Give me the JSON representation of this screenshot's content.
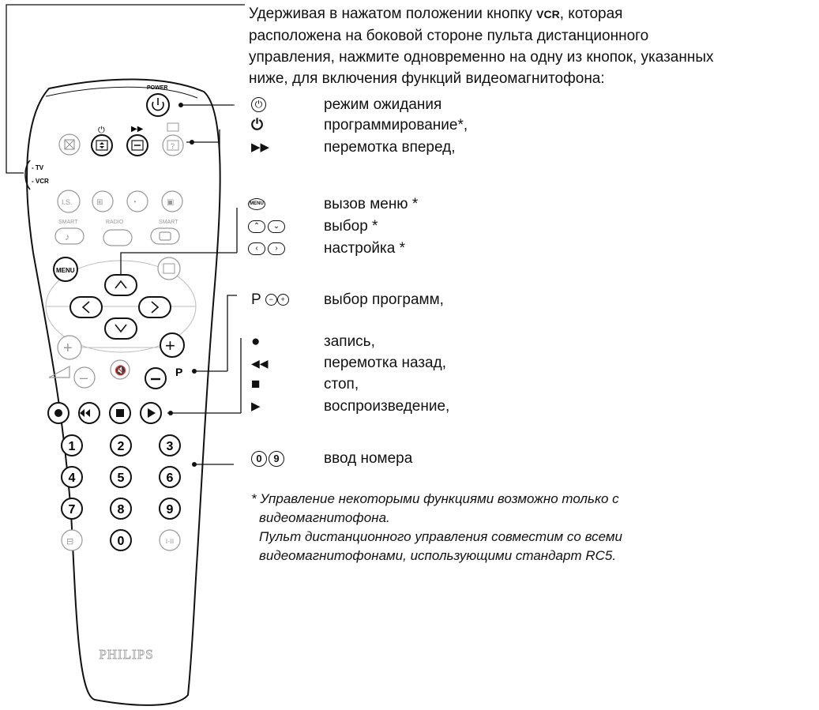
{
  "intro": {
    "line1_a": "Удерживая в нажатом положении кнопку ",
    "line1_bold": "VCR",
    "line1_b": ", которая",
    "line2": "расположена на боковой стороне пульта дистанционного",
    "line3": "управления, нажмите одновременно на одну из кнопок, указанных",
    "line4": "ниже, для включения функций видеомагнитофона:"
  },
  "functions": [
    {
      "icon": "power-icon",
      "text": "режим ожидания"
    },
    {
      "icon": "timer-icon",
      "text": "программирование*,"
    },
    {
      "icon": "fast-forward-icon",
      "text": "перемотка вперед,"
    },
    {
      "icon": "menu-icon",
      "text": "вызов меню *"
    },
    {
      "icon": "up-down-icon",
      "text": "выбор *"
    },
    {
      "icon": "left-right-icon",
      "text": "настройка *"
    },
    {
      "icon": "program-minus-plus-icon",
      "text": "выбор программ,"
    },
    {
      "icon": "record-icon",
      "text": "запись,"
    },
    {
      "icon": "rewind-icon",
      "text": "перемотка назад,"
    },
    {
      "icon": "stop-icon",
      "text": "стоп,"
    },
    {
      "icon": "play-icon",
      "text": "воспроизведение,"
    },
    {
      "icon": "digits-icon",
      "text": "ввод номера"
    }
  ],
  "symbols": {
    "menu": "MENU",
    "program_p": "P",
    "digit_start": "0",
    "digit_end": "9"
  },
  "footnote": {
    "line1": "* Управление некоторыми функциями возможно только с",
    "line2": "видеомагнитофона.",
    "line3": "Пульт дистанционного управления совместим со всеми",
    "line4": "видеомагнитофонами, использующими стандарт RC5."
  },
  "remote": {
    "power_label": "POWER",
    "menu_label": "MENU",
    "tv_label": "- TV",
    "vcr_label": "- VCR",
    "is_label": "I.S.",
    "smart_label": "SMART",
    "radio_label": "RADIO",
    "p_label": "P",
    "brand": "PHILIPS",
    "i_ii_label": "I-II",
    "digits": [
      "1",
      "2",
      "3",
      "4",
      "5",
      "6",
      "7",
      "8",
      "9",
      "0"
    ]
  }
}
